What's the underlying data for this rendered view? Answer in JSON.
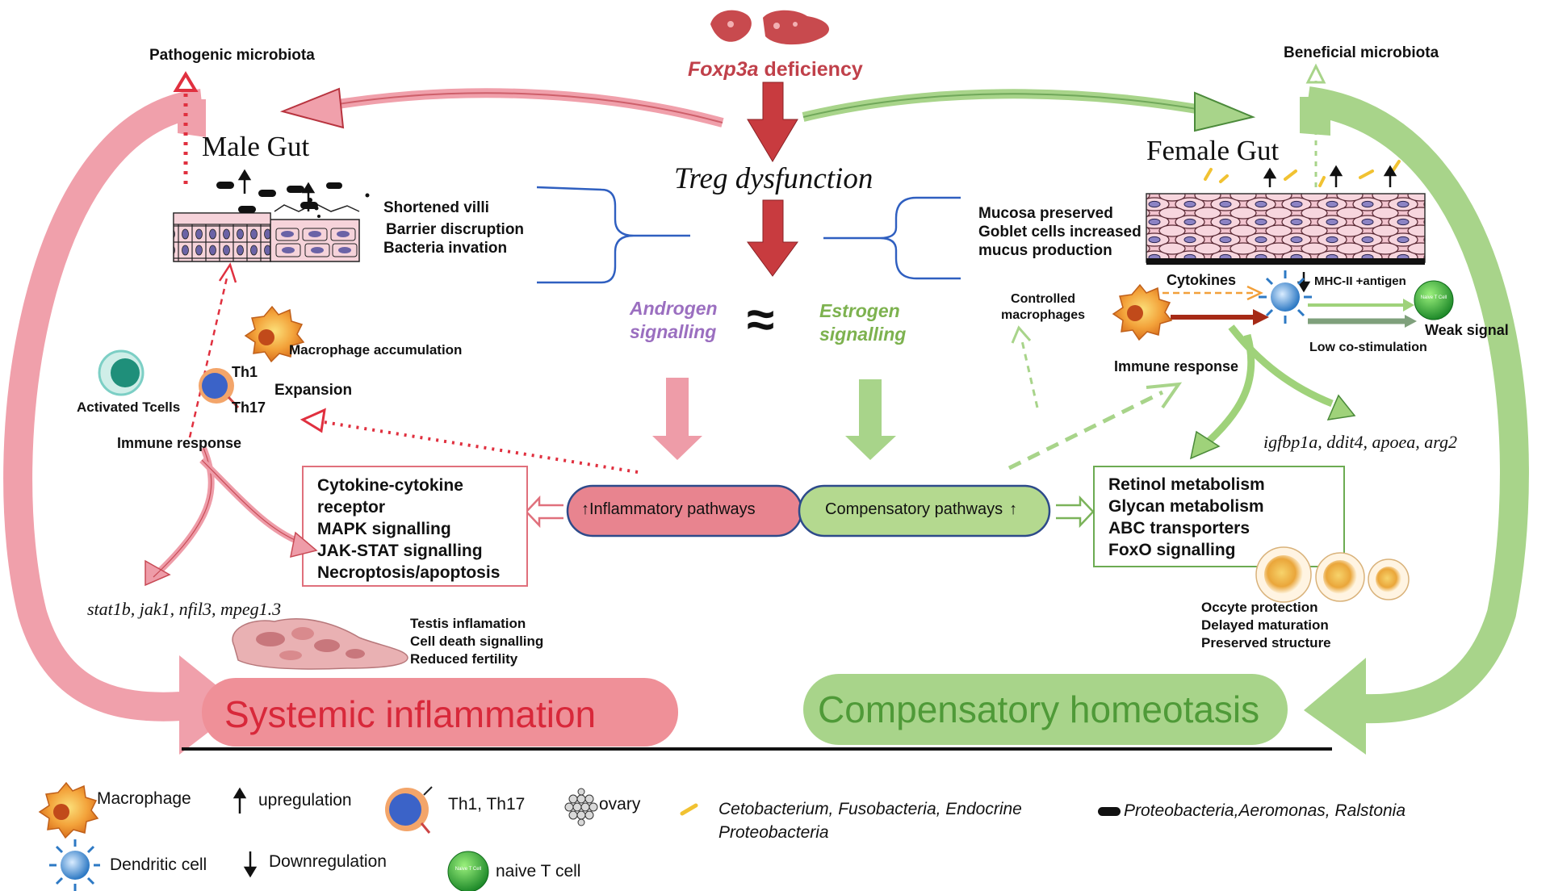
{
  "top": {
    "condition_gene": "Foxp3a",
    "condition_suffix": " deficiency",
    "treg": "Treg dysfunction",
    "androgen_line1": "Androgen",
    "androgen_line2": "signalling",
    "approx": "≈",
    "estrogen_line1": "Estrogen",
    "estrogen_line2": "signalling"
  },
  "male": {
    "microbiota": "Pathogenic microbiota",
    "gut_title": "Male Gut",
    "gut_effects": [
      "Shortened villi",
      "Barrier discruption",
      "Bacteria invation"
    ],
    "macrophage_label": "Macrophage accumulation",
    "th1": "Th1",
    "th17": "Th17",
    "expansion": "Expansion",
    "activated_t": "Activated Tcells",
    "immune_response": "Immune response",
    "genes": "stat1b, jak1, nfil3, mpeg1.3",
    "pathway_box": [
      "Cytokine-cytokine",
      "receptor",
      "MAPK signalling",
      "JAK-STAT signalling",
      "Necroptosis/apoptosis"
    ],
    "testis_effects": [
      "Testis inflamation",
      "Cell death signalling",
      "Reduced fertility"
    ],
    "outcome": "Systemic inflammation"
  },
  "center": {
    "inflammatory": "Inflammatory pathways",
    "compensatory": "Compensatory pathways"
  },
  "female": {
    "microbiota": "Beneficial microbiota",
    "gut_title": "Female Gut",
    "gut_effects": [
      "Mucosa preserved",
      "Goblet cells increased",
      "mucus production"
    ],
    "controlled_line1": "Controlled",
    "controlled_line2": "macrophages",
    "cytokines": "Cytokines",
    "mhc": "MHC-II +antigen",
    "weak_signal": "Weak signal",
    "low_costim": "Low co-stimulation",
    "immune_response": "Immune response",
    "genes": "igfbp1a, ddit4, apoea, arg2",
    "pathway_box": [
      "Retinol metabolism",
      "Glycan metabolism",
      "ABC transporters",
      "FoxO signalling"
    ],
    "ovary_effects": [
      "Occyte protection",
      "Delayed maturation",
      "Preserved structure"
    ],
    "naive_icon_text": "Naive T Cell",
    "outcome": "Compensatory homeotasis"
  },
  "legend": {
    "macrophage": "Macrophage",
    "upregulation": "upregulation",
    "th": "Th1, Th17",
    "ovary": "ovary",
    "beneficial_bacteria_line1": "Cetobacterium, Fusobacteria, Endocrine",
    "beneficial_bacteria_line2": "Proteobacteria",
    "pathogenic_bacteria": "Proteobacteria,Aeromonas, Ralstonia",
    "dendritic": "Dendritic cell",
    "downregulation": "Downregulation",
    "naive": "naive T cell",
    "naive_icon_text": "Naive T Cell"
  },
  "colors": {
    "male_pink": "#f0a0ab",
    "male_red": "#e0303f",
    "dark_red": "#c0404a",
    "female_green": "#9fd27a",
    "green_dark": "#6cab52",
    "androgen": "#9b6fc0",
    "estrogen": "#7db24f",
    "bracket_blue": "#2f5fc0"
  }
}
